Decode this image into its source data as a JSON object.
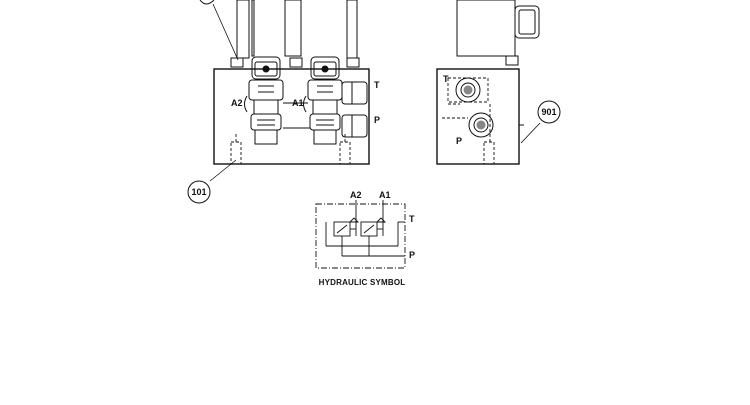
{
  "front_view": {
    "port_a2": "A2",
    "port_a1": "A1",
    "port_t": "T",
    "port_p": "P"
  },
  "side_view": {
    "port_t": "T",
    "port_p": "P"
  },
  "callouts": {
    "manifold": "101",
    "solenoid": "901"
  },
  "symbol": {
    "port_a2": "A2",
    "port_a1": "A1",
    "port_t": "T",
    "port_p": "P",
    "caption": "HYDRAULIC SYMBOL"
  }
}
